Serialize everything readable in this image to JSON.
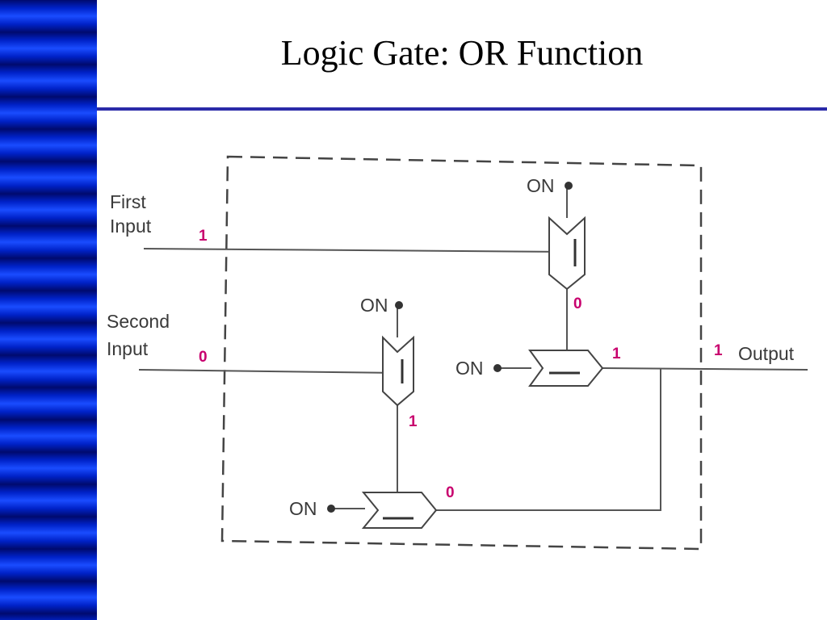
{
  "slide": {
    "title": "Logic Gate:  OR Function"
  },
  "diagram": {
    "input_labels": {
      "first_line1": "First",
      "first_line2": "Input",
      "second_line1": "Second",
      "second_line2": "Input",
      "output": "Output"
    },
    "on_label": "ON",
    "values": {
      "first_input": "1",
      "second_input": "0",
      "gate_a_out": "0",
      "gate_b_out": "1",
      "gate_c_out": "1",
      "gate_d_out": "0",
      "output": "1"
    }
  },
  "colors": {
    "sidebar": "#0022c8",
    "title_rule": "#2a2aa8",
    "signal_value": "#c8006e",
    "wire": "#555555"
  }
}
